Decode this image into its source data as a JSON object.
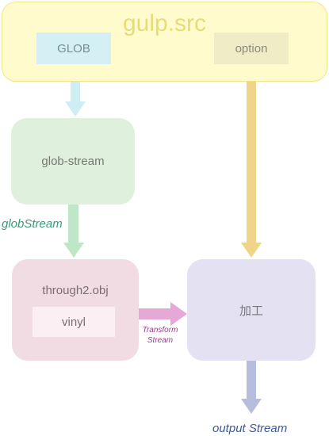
{
  "nodes": {
    "gulp_src": "gulp.src",
    "glob": "GLOB",
    "option": "option",
    "glob_stream": "glob-stream",
    "through2": "through2.obj",
    "vinyl": "vinyl",
    "process": "加工"
  },
  "edge_labels": {
    "glob_stream": "globStream",
    "transform_line1": "Transform",
    "transform_line2": "Stream",
    "output": "output Stream"
  },
  "colors": {
    "glob_arrow": "#cdeef2",
    "glob_stream_arrow": "#bfe6c6",
    "option_arrow": "#f0d48a",
    "transform_arrow": "#e6a8d6",
    "output_arrow": "#b7bedd"
  }
}
